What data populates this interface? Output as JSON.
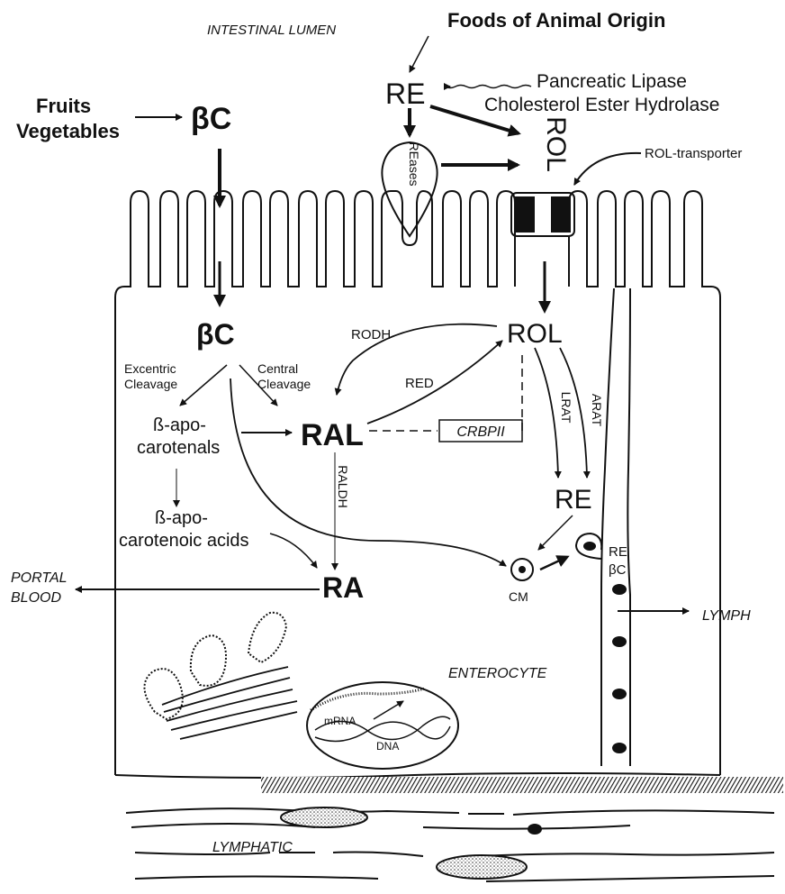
{
  "labels": {
    "intestinal_lumen": "INTESTINAL LUMEN",
    "foods_animal": "Foods of Animal Origin",
    "fruits": "Fruits",
    "vegetables": "Vegetables",
    "bc_top": "βC",
    "re_top": "RE",
    "pancreatic_lipase": "Pancreatic Lipase",
    "cholesterol_ester_hydrolase": "Cholesterol Ester Hydrolase",
    "reases": "REases",
    "rol_top": "ROL",
    "rol_transporter": "ROL-transporter",
    "bc_cell": "βC",
    "excentric": "Excentric",
    "cleavage_1": "Cleavage",
    "central": "Central",
    "cleavage_2": "Cleavage",
    "rodh": "RODH",
    "rol_cell": "ROL",
    "red": "RED",
    "b_apo": "ß-apo-",
    "carotenals": "carotenals",
    "ral": "RAL",
    "crbpii": "CRBPII",
    "lrat": "LRAT",
    "arat": "ARAT",
    "re_cell": "RE",
    "raldh": "RALDH",
    "b_apo_2": "ß-apo-",
    "carotenoic_acids": "carotenoic acids",
    "portal": "PORTAL",
    "blood": "BLOOD",
    "ra": "RA",
    "cm": "CM",
    "re_small": "RE",
    "bc_small": "βC",
    "lymph": "LYMPH",
    "enterocyte": "ENTEROCYTE",
    "mrna": "mRNA",
    "dna": "DNA",
    "lymphatic": "LYMPHATIC"
  }
}
